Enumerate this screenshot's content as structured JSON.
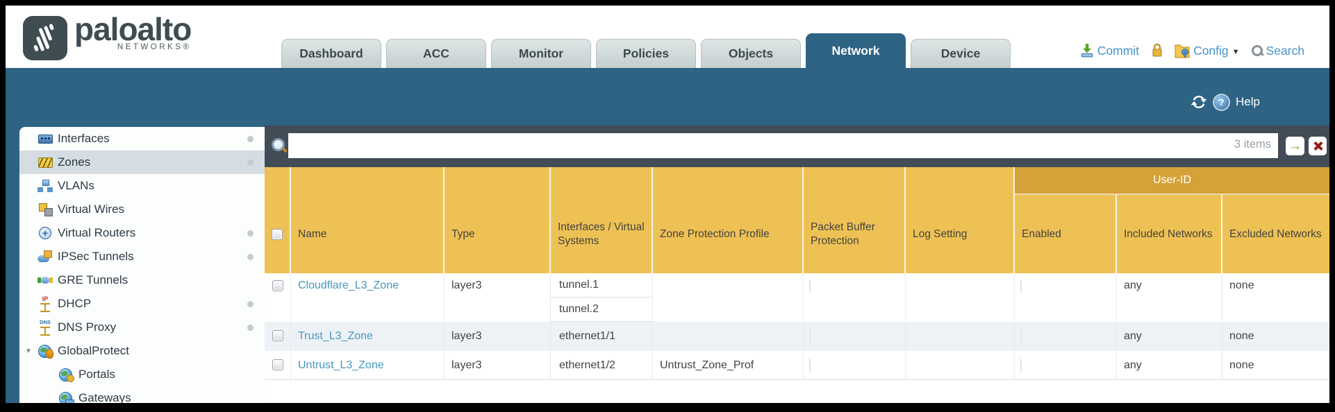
{
  "brand": {
    "name": "paloalto",
    "tagline": "NETWORKS®"
  },
  "tabs": [
    {
      "label": "Dashboard",
      "active": false
    },
    {
      "label": "ACC",
      "active": false
    },
    {
      "label": "Monitor",
      "active": false
    },
    {
      "label": "Policies",
      "active": false
    },
    {
      "label": "Objects",
      "active": false
    },
    {
      "label": "Network",
      "active": true
    },
    {
      "label": "Device",
      "active": false
    }
  ],
  "topbar": {
    "commit_label": "Commit",
    "config_label": "Config",
    "search_label": "Search",
    "config_caret": "▼"
  },
  "band": {
    "help_label": "Help",
    "help_glyph": "?"
  },
  "filter": {
    "items_count": "3 items",
    "go_glyph": "→",
    "input_value": ""
  },
  "sidebar": {
    "expander_glyph": "▼",
    "items": [
      {
        "label": "Interfaces"
      },
      {
        "label": "Zones"
      },
      {
        "label": "VLANs"
      },
      {
        "label": "Virtual Wires"
      },
      {
        "label": "Virtual Routers"
      },
      {
        "label": "IPSec Tunnels"
      },
      {
        "label": "GRE Tunnels"
      },
      {
        "label": "DHCP"
      },
      {
        "label": "DNS Proxy"
      },
      {
        "label": "GlobalProtect"
      },
      {
        "label": "Portals"
      },
      {
        "label": "Gateways"
      }
    ]
  },
  "table": {
    "group_header": "User-ID",
    "columns": [
      "Name",
      "Type",
      "Interfaces / Virtual Systems",
      "Zone Protection Profile",
      "Packet Buffer Protection",
      "Log Setting",
      "Enabled",
      "Included Networks",
      "Excluded Networks"
    ],
    "rows": [
      {
        "name": "Cloudflare_L3_Zone",
        "type": "layer3",
        "interfaces": [
          "tunnel.1",
          "tunnel.2"
        ],
        "zone_protection_profile": "",
        "log_setting": "",
        "included_networks": "any",
        "excluded_networks": "none"
      },
      {
        "name": "Trust_L3_Zone",
        "type": "layer3",
        "interfaces": [
          "ethernet1/1"
        ],
        "zone_protection_profile": "",
        "log_setting": "",
        "included_networks": "any",
        "excluded_networks": "none"
      },
      {
        "name": "Untrust_L3_Zone",
        "type": "layer3",
        "interfaces": [
          "ethernet1/2"
        ],
        "zone_protection_profile": "Untrust_Zone_Prof",
        "log_setting": "",
        "included_networks": "any",
        "excluded_networks": "none"
      }
    ]
  }
}
